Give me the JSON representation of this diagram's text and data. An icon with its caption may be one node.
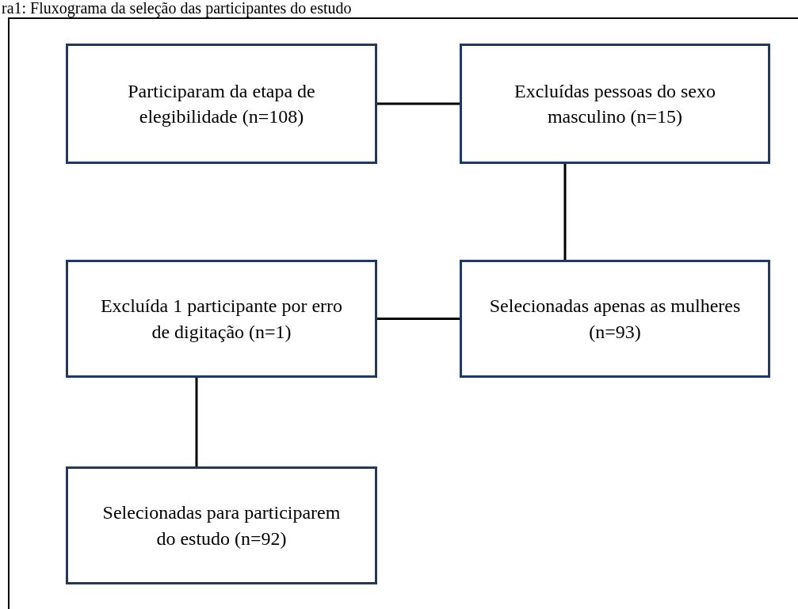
{
  "diagram": {
    "title": "ra1: Fluxograma da seleção das participantes do estudo",
    "nodes": [
      {
        "text": [
          "Participaram da etapa de elegibilidade (n=108)"
        ]
      },
      {
        "text": [
          "Excluídas pessoas do sexo masculino (n=15)"
        ]
      },
      {
        "text": [
          "Excluída 1 participante por erro de digitação (n=1)"
        ]
      },
      {
        "text": [
          "Selecionadas apenas as mulheres (n=93)"
        ]
      },
      {
        "text": [
          "Selecionadas para participarem do estudo (n=92)"
        ]
      }
    ],
    "edges": [
      {
        "from": 0,
        "to": 1,
        "arrow": "none"
      },
      {
        "from": 1,
        "to": 3,
        "arrow": "none"
      },
      {
        "from": 3,
        "to": 2,
        "arrow": "none"
      },
      {
        "from": 2,
        "to": 4,
        "arrow": "none"
      }
    ]
  }
}
